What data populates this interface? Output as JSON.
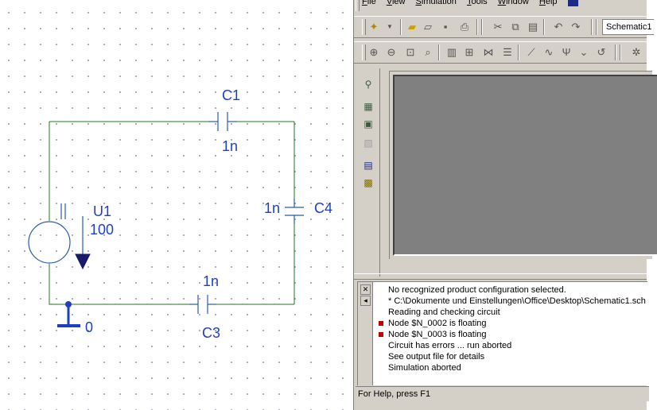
{
  "schematic": {
    "components": {
      "c1": {
        "name": "C1",
        "value": "1n"
      },
      "c3": {
        "name": "C3",
        "value": "1n"
      },
      "c4": {
        "name": "C4",
        "value": "1n"
      },
      "u1": {
        "name": "U1",
        "value": "100"
      },
      "ground": {
        "name": "0"
      }
    },
    "colors": {
      "wire": "#1f7a1f",
      "part": "#2a5aa8",
      "label": "#1f3fbf"
    }
  },
  "app": {
    "menu": [
      {
        "label": "File",
        "underline": "F",
        "rest": "ile"
      },
      {
        "label": "View",
        "underline": "V",
        "rest": "iew"
      },
      {
        "label": "Simulation",
        "underline": "S",
        "rest": "imulation"
      },
      {
        "label": "Tools",
        "underline": "T",
        "rest": "ools"
      },
      {
        "label": "Window",
        "underline": "W",
        "rest": "indow"
      },
      {
        "label": "Help",
        "underline": "H",
        "rest": "elp"
      }
    ],
    "toolbar1_icons": [
      "new-file-icon",
      "dropdown-arrow-icon",
      "open-folder-icon",
      "open-file-icon",
      "save-icon",
      "print-icon",
      "cut-icon",
      "copy-icon",
      "paste-icon",
      "undo-icon",
      "redo-icon"
    ],
    "schematic_select": "Schematic1",
    "toolbar2_icons": [
      "zoom-in-icon",
      "zoom-out-icon",
      "zoom-area-icon",
      "zoom-fit-icon",
      "grid-icon",
      "log-x-icon",
      "fft-icon",
      "performance-icon",
      "log-y-icon",
      "add-trace-icon",
      "cursor-icon",
      "mark-icon"
    ],
    "output": {
      "lines": [
        {
          "text": "No recognized product configuration selected.",
          "error": false
        },
        {
          "text": "* C:\\Dokumente und Einstellungen\\Office\\Desktop\\Schematic1.sch",
          "error": false
        },
        {
          "text": "Reading and checking circuit",
          "error": false
        },
        {
          "text": "Node $N_0002 is floating",
          "error": true
        },
        {
          "text": "Node $N_0003 is floating",
          "error": true
        },
        {
          "text": "Circuit has errors ... run aborted",
          "error": false
        },
        {
          "text": "See output file for details",
          "error": false
        },
        {
          "text": "Simulation aborted",
          "error": false
        }
      ]
    },
    "status": "For Help, press F1"
  }
}
